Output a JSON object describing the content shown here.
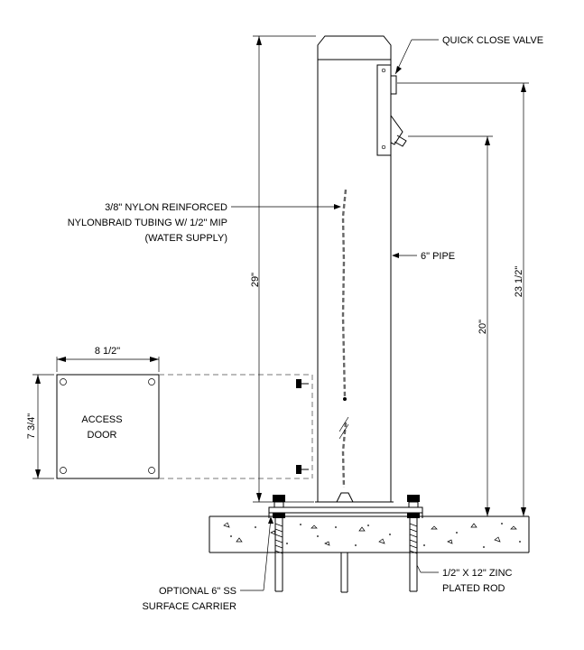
{
  "labels": {
    "quick_close_valve": "QUICK CLOSE VALVE",
    "tubing_line1": "3/8\" NYLON REINFORCED",
    "tubing_line2": "NYLONBRAID TUBING W/ 1/2\" MIP",
    "tubing_line3": "(WATER SUPPLY)",
    "pipe": "6\" PIPE",
    "access_door_line1": "ACCESS",
    "access_door_line2": "DOOR",
    "carrier_line1": "OPTIONAL 6\" SS",
    "carrier_line2": "SURFACE CARRIER",
    "rod_line1": "1/2\" X 12\" ZINC",
    "rod_line2": "PLATED ROD"
  },
  "dimensions": {
    "overall_height": "29\"",
    "valve_height": "23 1/2\"",
    "spout_height": "20\"",
    "door_width": "8 1/2\"",
    "door_height": "7 3/4\""
  },
  "colors": {
    "line": "#000000",
    "hidden_line": "#777777",
    "background": "#ffffff"
  }
}
